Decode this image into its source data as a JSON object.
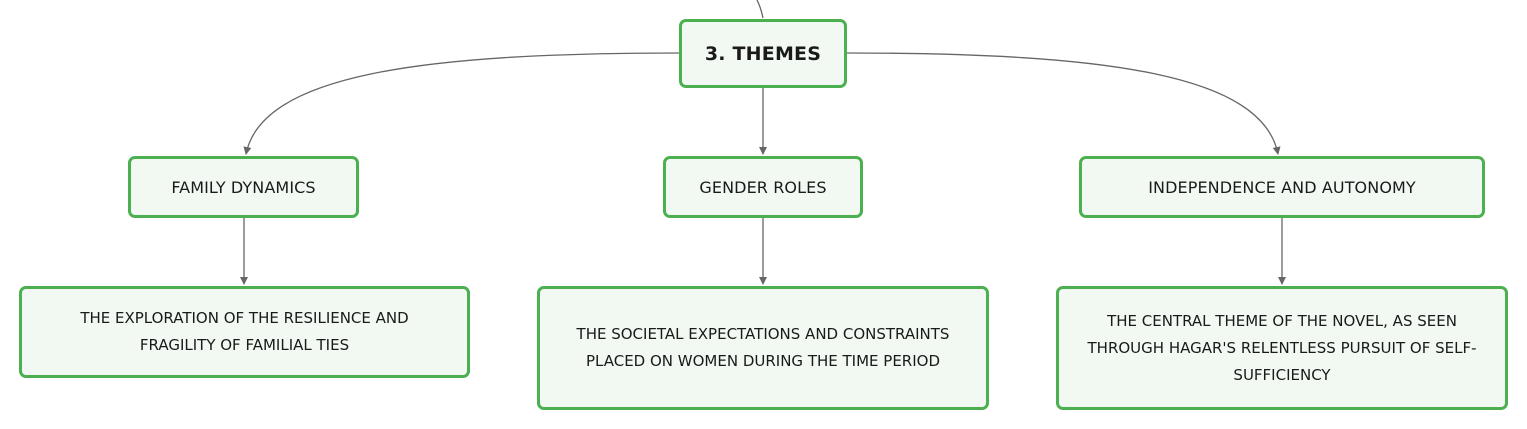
{
  "root": {
    "label": "3. THEMES"
  },
  "themes": [
    {
      "label": "FAMILY DYNAMICS",
      "detail": "THE EXPLORATION OF THE RESILIENCE AND FRAGILITY OF FAMILIAL TIES"
    },
    {
      "label": "GENDER ROLES",
      "detail": "THE SOCIETAL EXPECTATIONS AND CONSTRAINTS PLACED ON WOMEN DURING THE TIME PERIOD"
    },
    {
      "label": "INDEPENDENCE AND AUTONOMY",
      "detail": "THE CENTRAL THEME OF THE NOVEL, AS SEEN THROUGH HAGAR'S RELENTLESS PURSUIT OF SELF-SUFFICIENCY"
    }
  ],
  "colors": {
    "node_border": "#4caf50",
    "node_fill": "#f1f9f2",
    "connector": "#666666",
    "text": "#1a1a1a"
  }
}
